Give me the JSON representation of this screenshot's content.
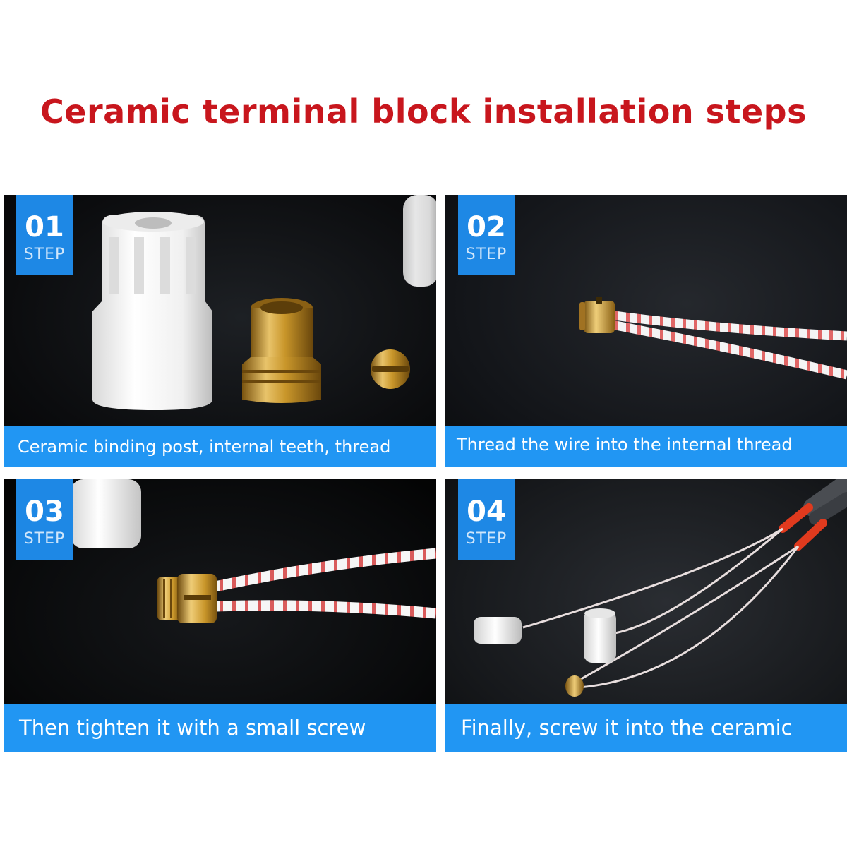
{
  "title": "Ceramic terminal block installation steps",
  "steps": [
    {
      "number": "01",
      "step_label": "STEP",
      "caption": "Ceramic binding post, internal teeth, thread"
    },
    {
      "number": "02",
      "step_label": "STEP",
      "caption": "Thread the wire into the internal thread"
    },
    {
      "number": "03",
      "step_label": "STEP",
      "caption": "Then tighten it with a small screw"
    },
    {
      "number": "04",
      "step_label": "STEP",
      "caption": "Finally, screw it into the ceramic"
    }
  ],
  "colors": {
    "title": "#c8161d",
    "badge": "#1e88e5",
    "caption_bar": "#2196f3",
    "brass": "#c9962a",
    "ceramic": "#f2f2f2"
  }
}
